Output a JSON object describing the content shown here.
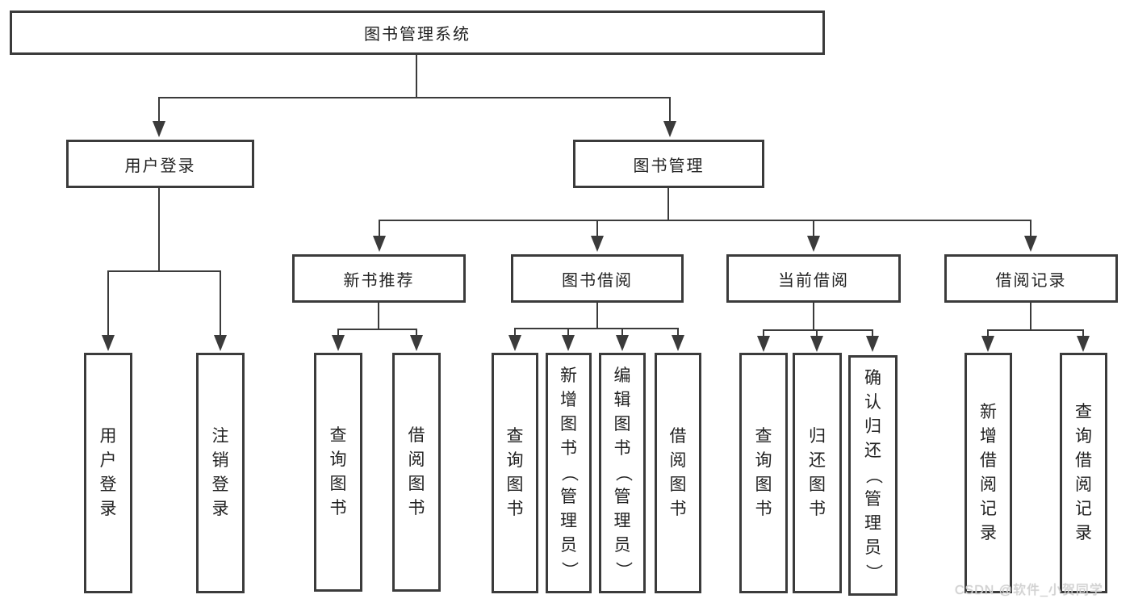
{
  "palette": {
    "line": "#3b3b3b",
    "box_border": "#3b3b3b",
    "box_background": "#ffffff",
    "text": "#222222",
    "watermark_text": "#d2d2d2",
    "background": "#ffffff"
  },
  "diagram": {
    "root": {
      "label": "图书管理系统"
    },
    "level2": {
      "user_login": {
        "label": "用户登录"
      },
      "book_mgmt": {
        "label": "图书管理"
      }
    },
    "level3": {
      "new_books": {
        "label": "新书推荐"
      },
      "book_borrow": {
        "label": "图书借阅"
      },
      "current_borrow": {
        "label": "当前借阅"
      },
      "borrow_records": {
        "label": "借阅记录"
      }
    },
    "leaves": {
      "user_login_1": {
        "label": "用户登录"
      },
      "user_login_2": {
        "label": "注销登录"
      },
      "new_books_1": {
        "label": "查询图书"
      },
      "new_books_2": {
        "label": "借阅图书"
      },
      "book_borrow_1": {
        "label": "查询图书"
      },
      "book_borrow_2": {
        "label": "新增图书（管理员）"
      },
      "book_borrow_3": {
        "label": "编辑图书（管理员）"
      },
      "book_borrow_4": {
        "label": "借阅图书"
      },
      "current_borrow_1": {
        "label": "查询图书"
      },
      "current_borrow_2": {
        "label": "归还图书"
      },
      "current_borrow_3": {
        "label": "确认归还（管理员）"
      },
      "borrow_records_1": {
        "label": "新增借阅记录"
      },
      "borrow_records_2": {
        "label": "查询借阅记录"
      }
    }
  },
  "watermark": {
    "label": "CSDN @软件_小贺同学"
  }
}
